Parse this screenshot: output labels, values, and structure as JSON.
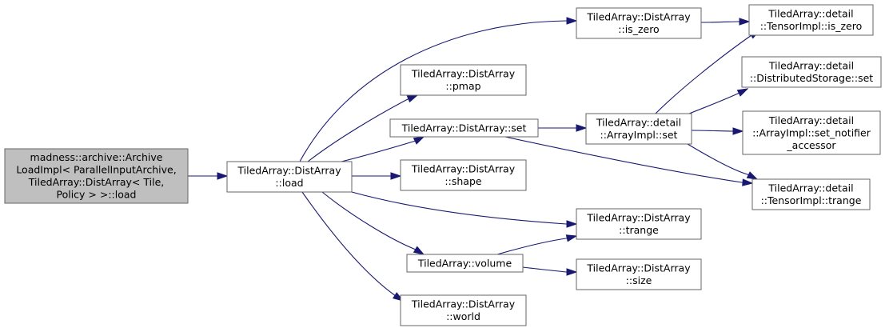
{
  "colors": {
    "root_fill": "#bfbfbf",
    "node_fill": "#ffffff",
    "node_border": "#666666",
    "edge": "#191970"
  },
  "nodes": [
    {
      "id": "root",
      "root": true,
      "lines": [
        "madness::archive::Archive",
        "LoadImpl< ParallelInputArchive,",
        "TiledArray::DistArray< Tile,",
        "Policy > >::load"
      ]
    },
    {
      "id": "load",
      "lines": [
        "TiledArray::DistArray",
        "::load"
      ]
    },
    {
      "id": "is_zero",
      "lines": [
        "TiledArray::DistArray",
        "::is_zero"
      ]
    },
    {
      "id": "pmap",
      "lines": [
        "TiledArray::DistArray",
        "::pmap"
      ]
    },
    {
      "id": "set",
      "lines": [
        "TiledArray::DistArray::set"
      ]
    },
    {
      "id": "shape",
      "lines": [
        "TiledArray::DistArray",
        "::shape"
      ]
    },
    {
      "id": "trange",
      "lines": [
        "TiledArray::DistArray",
        "::trange"
      ]
    },
    {
      "id": "volume",
      "lines": [
        "TiledArray::volume"
      ]
    },
    {
      "id": "world",
      "lines": [
        "TiledArray::DistArray",
        "::world"
      ]
    },
    {
      "id": "size",
      "lines": [
        "TiledArray::DistArray",
        "::size"
      ]
    },
    {
      "id": "aimpl_set",
      "lines": [
        "TiledArray::detail",
        "::ArrayImpl::set"
      ]
    },
    {
      "id": "timpl_is_zero",
      "lines": [
        "TiledArray::detail",
        "::TensorImpl::is_zero"
      ]
    },
    {
      "id": "dstorage_set",
      "lines": [
        "TiledArray::detail",
        "::DistributedStorage::set"
      ]
    },
    {
      "id": "aimpl_notifier",
      "lines": [
        "TiledArray::detail",
        "::ArrayImpl::set_notifier",
        "_accessor"
      ]
    },
    {
      "id": "timpl_trange",
      "lines": [
        "TiledArray::detail",
        "::TensorImpl::trange"
      ]
    }
  ],
  "edges": [
    {
      "from": "root",
      "to": "load"
    },
    {
      "from": "load",
      "to": "is_zero"
    },
    {
      "from": "load",
      "to": "pmap"
    },
    {
      "from": "load",
      "to": "set"
    },
    {
      "from": "load",
      "to": "shape"
    },
    {
      "from": "load",
      "to": "trange"
    },
    {
      "from": "load",
      "to": "volume"
    },
    {
      "from": "load",
      "to": "world"
    },
    {
      "from": "is_zero",
      "to": "timpl_is_zero"
    },
    {
      "from": "set",
      "to": "aimpl_set"
    },
    {
      "from": "set",
      "to": "timpl_trange"
    },
    {
      "from": "aimpl_set",
      "to": "timpl_is_zero"
    },
    {
      "from": "aimpl_set",
      "to": "dstorage_set"
    },
    {
      "from": "aimpl_set",
      "to": "aimpl_notifier"
    },
    {
      "from": "aimpl_set",
      "to": "timpl_trange"
    },
    {
      "from": "volume",
      "to": "trange"
    },
    {
      "from": "volume",
      "to": "size"
    }
  ]
}
